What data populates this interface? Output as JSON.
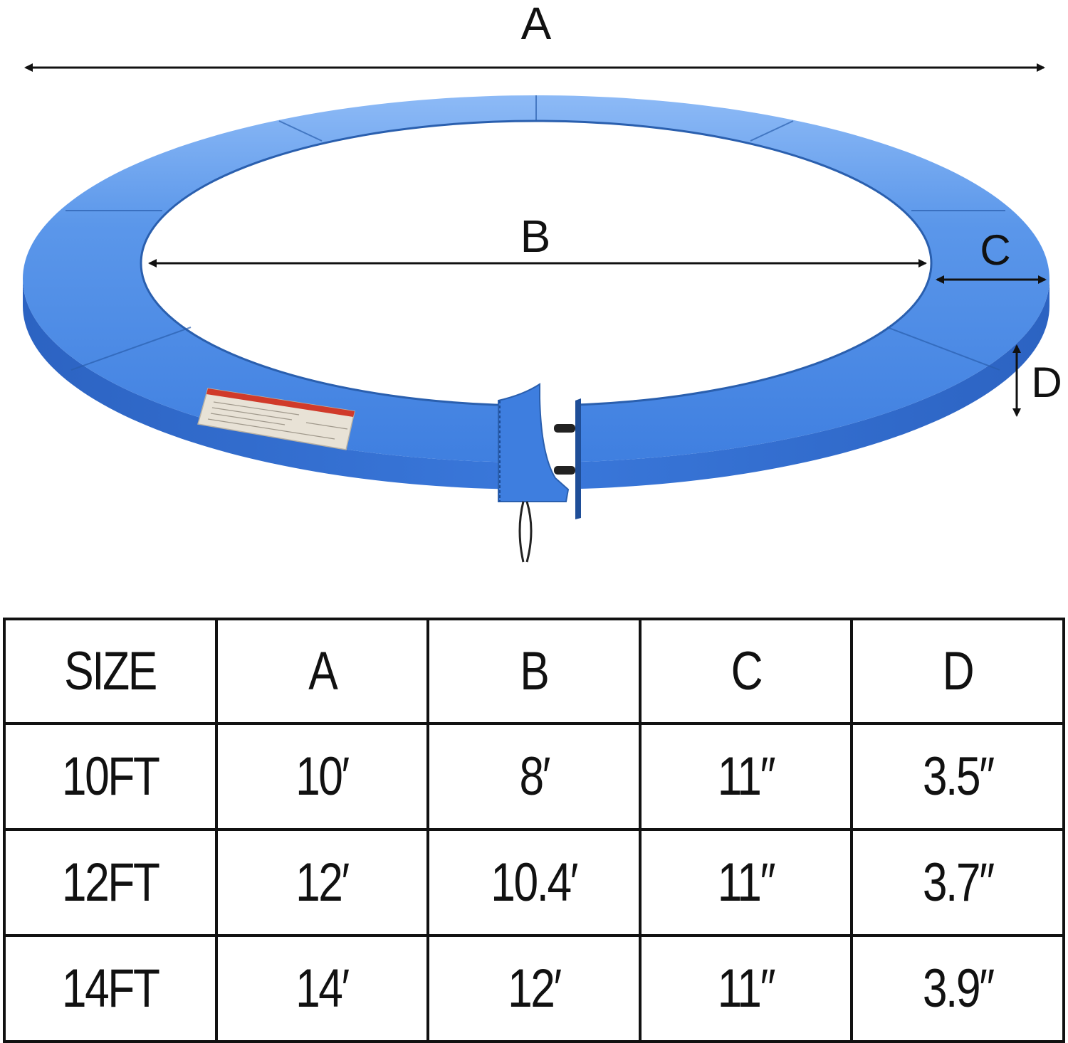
{
  "diagram": {
    "labels": {
      "outer_diameter": "A",
      "inner_diameter": "B",
      "pad_width": "C",
      "pad_thickness": "D"
    },
    "colors": {
      "pad_top": "#3f7fe0",
      "pad_top_light": "#7fb0f5",
      "pad_side": "#2f68c8",
      "pad_side_dark": "#245bb8",
      "seam": "#2a5fae",
      "arrow": "#111111",
      "warning_label": "#e8e2d6",
      "warning_label_red": "#d03a2a"
    }
  },
  "table": {
    "headers": [
      "SIZE",
      "A",
      "B",
      "C",
      "D"
    ],
    "rows": [
      [
        "10FT",
        "10′",
        "8′",
        "11″",
        "3.5″"
      ],
      [
        "12FT",
        "12′",
        "10.4′",
        "11″",
        "3.7″"
      ],
      [
        "14FT",
        "14′",
        "12′",
        "11″",
        "3.9″"
      ]
    ]
  }
}
